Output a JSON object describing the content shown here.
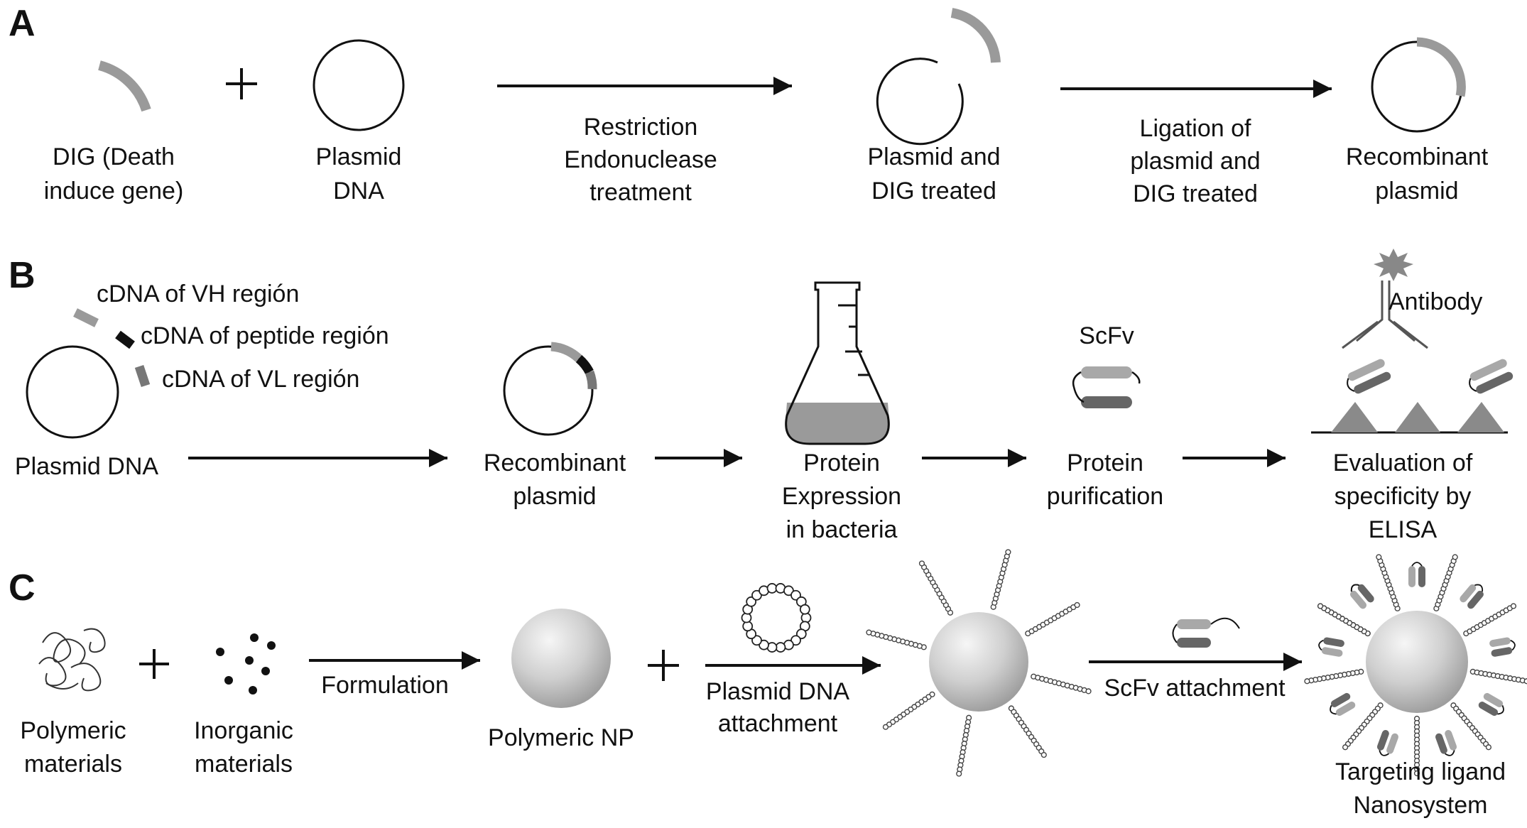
{
  "panels": {
    "a": {
      "label": "A",
      "dig": [
        "DIG (Death",
        "induce gene)"
      ],
      "plasmid": [
        "Plasmid",
        "DNA"
      ],
      "restriction": [
        "Restriction",
        "Endonuclease",
        "treatment"
      ],
      "treated": [
        "Plasmid and",
        "DIG treated"
      ],
      "ligation": [
        "Ligation of",
        "plasmid and",
        "DIG treated"
      ],
      "recombinant": [
        "Recombinant",
        "plasmid"
      ]
    },
    "b": {
      "label": "B",
      "vh": "cDNA of VH región",
      "peptide": "cDNA of peptide región",
      "vl": "cDNA of VL región",
      "plasmid": "Plasmid DNA",
      "recombinant": [
        "Recombinant",
        "plasmid"
      ],
      "expression": [
        "Protein",
        "Expression",
        "in bacteria"
      ],
      "scfv": "ScFv",
      "purification": [
        "Protein",
        "purification"
      ],
      "antibody": "Antibody",
      "elisa": [
        "Evaluation of",
        "specificity by",
        "ELISA"
      ]
    },
    "c": {
      "label": "C",
      "polymeric": [
        "Polymeric",
        "materials"
      ],
      "inorganic": [
        "Inorganic",
        "materials"
      ],
      "formulation": "Formulation",
      "np": "Polymeric NP",
      "dna_attach": [
        "Plasmid DNA",
        "attachment"
      ],
      "scfv_attach": "ScFv attachment",
      "nanosystem": [
        "Targeting ligand",
        "Nanosystem"
      ]
    }
  },
  "colors": {
    "dig_gray": "#9a9a9a",
    "vl_gray": "#777777",
    "black": "#111111",
    "flask_liquid": "#9a9a9a",
    "triangle": "#8a8a8a",
    "scfv_light": "#a8a8a8",
    "scfv_dark": "#666666",
    "star": "#888888",
    "sphere": "#c8c8c8"
  }
}
